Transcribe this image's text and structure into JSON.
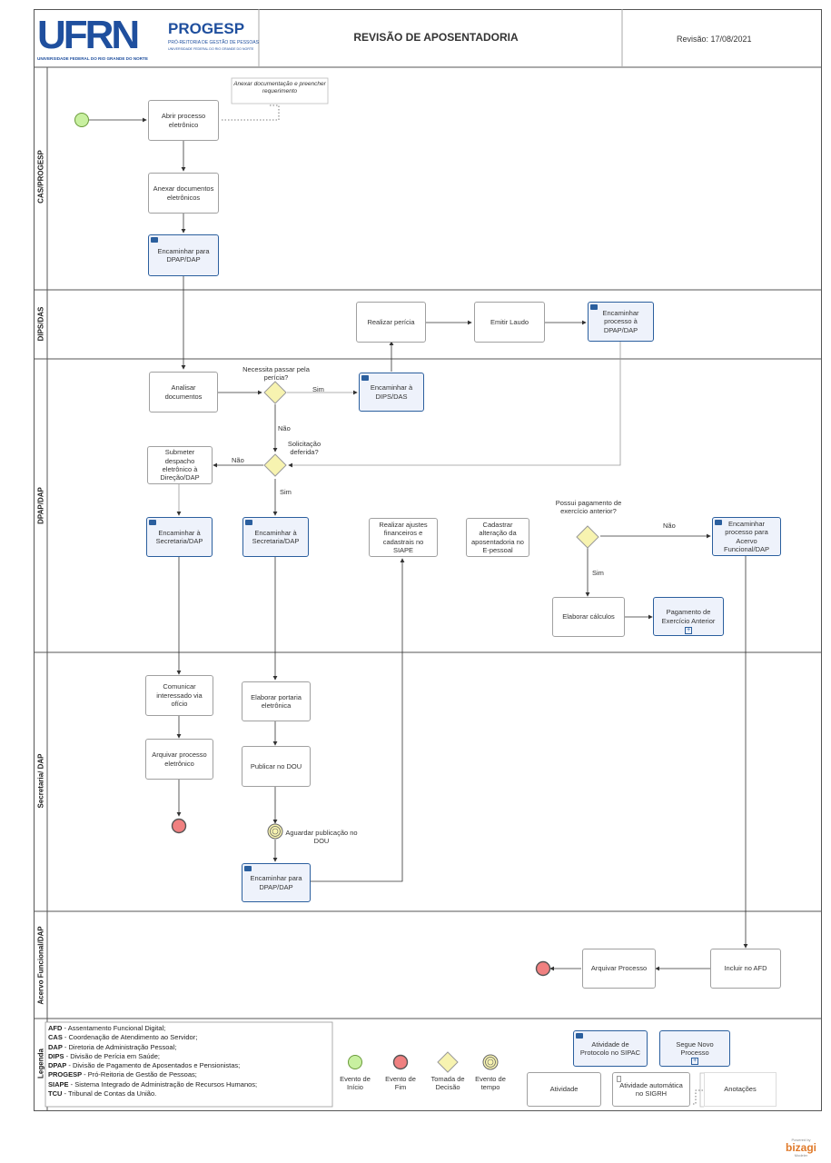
{
  "header": {
    "logo_main": "UFRN",
    "logo_sub": "UNIVERSIDADE FEDERAL DO RIO GRANDE DO NORTE",
    "logo2_main": "PROGESP",
    "logo2_sub1": "PRÓ-REITORIA DE GESTÃO DE PESSOAS",
    "logo2_sub2": "UNIVERSIDADE FEDERAL DO RIO GRANDE DO NORTE",
    "title": "REVISÃO DE APOSENTADORIA",
    "revision": "Revisão: 17/08/2021"
  },
  "lanes": {
    "cas": "CAS/PROGESP",
    "dips": "DIPS/DAS",
    "dpap": "DPAP/DAP",
    "secretaria": "Secretaria/ DAP",
    "acervo": "Acervo Funcional/DAP",
    "legenda": "Legenda"
  },
  "tasks": {
    "abrir": "Abrir processo eletrônico",
    "anexar": "Anexar documentos eletrônicos",
    "enc_dpap1": "Encaminhar para DPAP/DAP",
    "realizar_pericia": "Realizar perícia",
    "emitir_laudo": "Emitir Laudo",
    "enc_processo_dpap": "Encaminhar processo à DPAP/DAP",
    "analisar": "Analisar documentos",
    "enc_dips": "Encaminhar à DIPS/DAS",
    "submeter": "Submeter despacho eletrônico à Direção/DAP",
    "enc_sec1": "Encaminhar à Secretaria/DAP",
    "enc_sec2": "Encaminhar à Secretaria/DAP",
    "ajustes": "Realizar ajustes financeiros e cadastrais no SIAPE",
    "cadastrar": "Cadastrar alteração da aposentadoria no E-pessoal",
    "enc_acervo": "Encaminhar processo para Acervo Funcional/DAP",
    "elaborar_calculos": "Elaborar cálculos",
    "pagamento": "Pagamento de Exercício Anterior",
    "comunicar": "Comunicar interessado via ofício",
    "arquivar_eletronico": "Arquivar processo eletrônico",
    "elaborar_portaria": "Elaborar portaria eletrônica",
    "publicar": "Publicar no DOU",
    "enc_dpap2": "Encaminhar para DPAP/DAP",
    "incluir_afd": "Incluir no AFD",
    "arquivar_processo": "Arquivar Processo"
  },
  "annotation": "Anexar documentação e preencher requerimento",
  "gateways": {
    "pericia_q": "Necessita passar pela perícia?",
    "deferida_q": "Solicitação deferida?",
    "pagamento_q": "Possui pagamento de exercício anterior?"
  },
  "flow_labels": {
    "sim1": "Sim",
    "nao1": "Não",
    "nao2": "Não",
    "sim2": "Sim",
    "nao3": "Não",
    "sim3": "Sim"
  },
  "timer_label": "Aguardar publicação no DOU",
  "legend": {
    "items": [
      {
        "abbr": "AFD",
        "desc": "Assentamento Funcional Digital;"
      },
      {
        "abbr": "CAS",
        "desc": "Coordenação de Atendimento ao Servidor;"
      },
      {
        "abbr": "DAP",
        "desc": "Diretoria de Administração Pessoal;"
      },
      {
        "abbr": "DIPS",
        "desc": "Divisão de Perícia em Saúde;"
      },
      {
        "abbr": "DPAP",
        "desc": "Divisão de Pagamento de Aposentados e Pensionistas;"
      },
      {
        "abbr": "PROGESP",
        "desc": "Pró-Reitoria de Gestão de Pessoas;"
      },
      {
        "abbr": "SIAPE",
        "desc": "Sistema Integrado de Administração de Recursos Humanos;"
      },
      {
        "abbr": "TCU",
        "desc": "Tribunal de Contas da União."
      }
    ],
    "evento_inicio": "Evento de Início",
    "evento_fim": "Evento de Fim",
    "tomada_decisao": "Tomada de Decisão",
    "evento_tempo": "Evento de tempo",
    "atividade_protocolo": "Atividade de Protocolo no SIPAC",
    "segue_novo": "Segue Novo Processo",
    "atividade": "Atividade",
    "atividade_automatica": "Atividade automática no SIGRH",
    "anotacoes": "Anotações"
  },
  "footer": {
    "powered": "Powered by",
    "brand": "bizagi",
    "sub": "Modeler"
  },
  "colors": {
    "task_blue_border": "#2b5f9e",
    "task_blue_fill": "#eef2fb",
    "start_event": "#c8f0a0",
    "end_event": "#f08080",
    "gateway": "#f7f3b0",
    "logo_blue": "#1f4f9e"
  }
}
